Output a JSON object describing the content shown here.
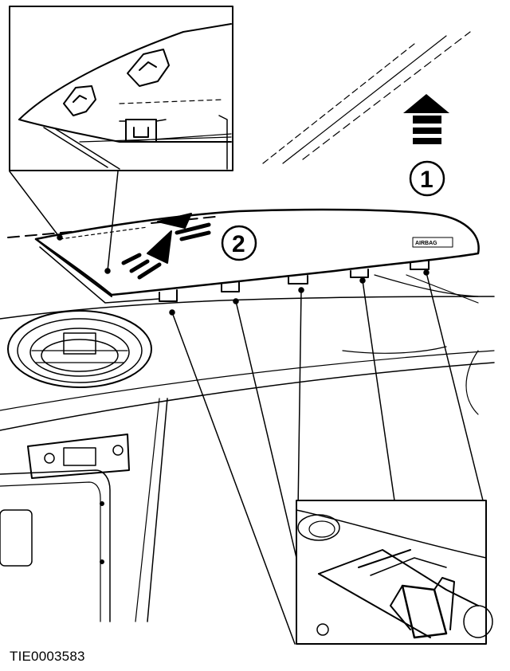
{
  "figure": {
    "id_label": "TIE0003583",
    "callouts": [
      {
        "number": "1",
        "meaning": "push-direction"
      },
      {
        "number": "2",
        "meaning": "panel-removal"
      }
    ],
    "panel_badge": "AIRBAG",
    "colors": {
      "ink": "#000000",
      "paper": "#ffffff"
    }
  }
}
